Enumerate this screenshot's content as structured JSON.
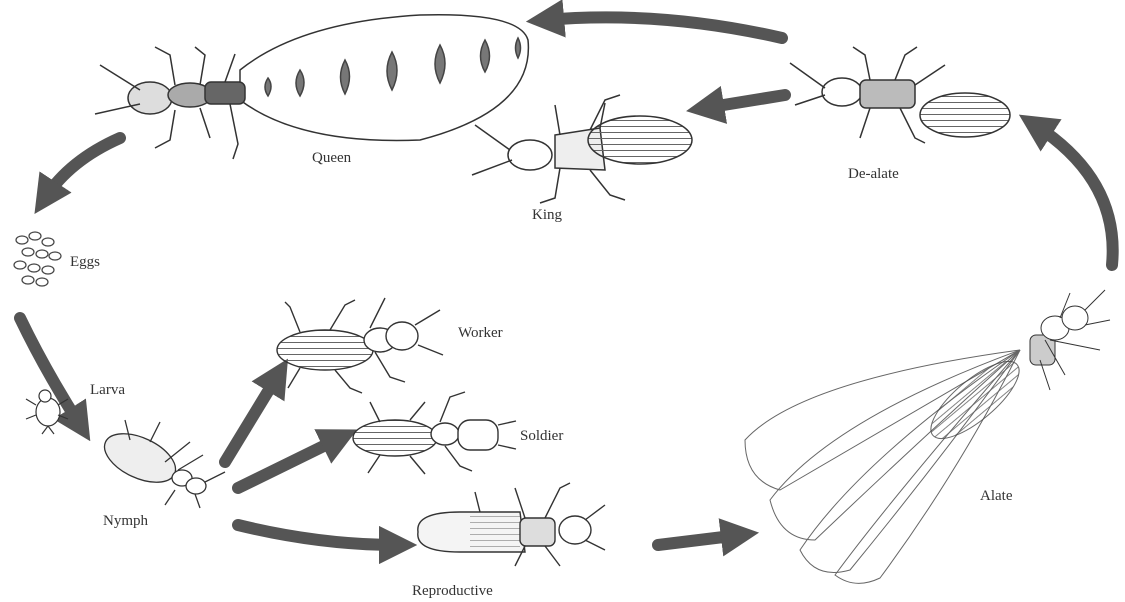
{
  "labels": {
    "queen": "Queen",
    "king": "King",
    "de_alate": "De-alate",
    "eggs": "Eggs",
    "larva": "Larva",
    "nymph": "Nymph",
    "worker": "Worker",
    "soldier": "Soldier",
    "reproductive": "Reproductive",
    "alate": "Alate"
  },
  "colors": {
    "arrow": "#555555",
    "ink": "#333333",
    "background": "#ffffff"
  }
}
